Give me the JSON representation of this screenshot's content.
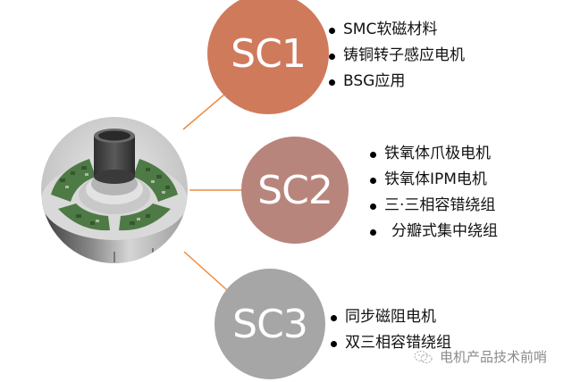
{
  "diagram": {
    "center_image": {
      "label": "motor-with-circuit-boards"
    },
    "connector_color": "#F08A3C",
    "nodes": [
      {
        "id": "SC1",
        "label": "SC1",
        "color": "#D07A5C",
        "items": [
          "SMC软磁材料",
          "铸铜转子感应电机",
          "BSG应用"
        ]
      },
      {
        "id": "SC2",
        "label": "SC2",
        "color": "#B8857C",
        "items": [
          "铁氧体爪极电机",
          "铁氧体IPM电机",
          "三·三相容错绕组",
          "分瓣式集中绕组"
        ]
      },
      {
        "id": "SC3",
        "label": "SC3",
        "color": "#A6A6A6",
        "items": [
          "同步磁阻电机",
          "双三相容错绕组"
        ]
      }
    ]
  },
  "watermark": {
    "text": "电机产品技术前哨"
  }
}
